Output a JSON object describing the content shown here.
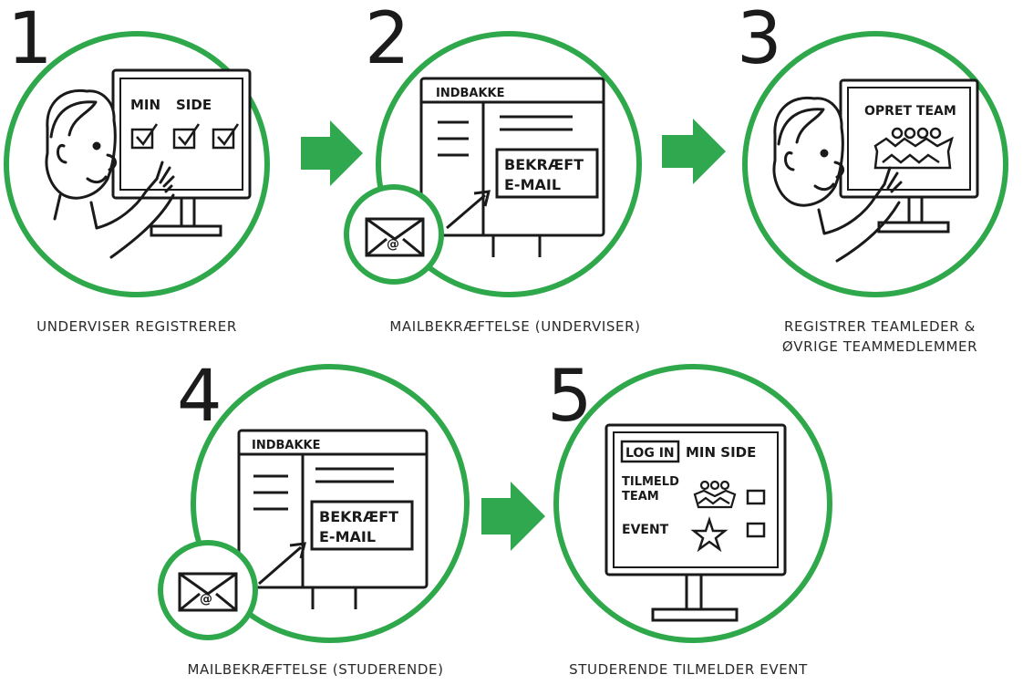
{
  "steps": [
    {
      "number": "1",
      "caption": [
        "UNDERVISER REGISTRERER"
      ],
      "screen_text": [
        "MIN",
        "SIDE"
      ]
    },
    {
      "number": "2",
      "caption": [
        "MAILBEKRÆFTELSE (UNDERVISER)"
      ],
      "screen_text": [
        "INDBAKKE",
        "BEKRÆFT",
        "E-MAIL"
      ]
    },
    {
      "number": "3",
      "caption": [
        "REGISTRER TEAMLEDER &",
        "ØVRIGE TEAMMEDLEMMER"
      ],
      "screen_text": [
        "OPRET TEAM"
      ]
    },
    {
      "number": "4",
      "caption": [
        "MAILBEKRÆFTELSE (STUDERENDE)"
      ],
      "screen_text": [
        "INDBAKKE",
        "BEKRÆFT",
        "E-MAIL"
      ]
    },
    {
      "number": "5",
      "caption": [
        "STUDERENDE TILMELDER EVENT"
      ],
      "screen_text": [
        "LOG IN",
        "MIN SIDE",
        "TILMELD",
        "TEAM",
        "EVENT"
      ]
    }
  ],
  "colors": {
    "ring": "#2ea84a",
    "arrow": "#2fa84f",
    "ink": "#1a1a1a"
  }
}
